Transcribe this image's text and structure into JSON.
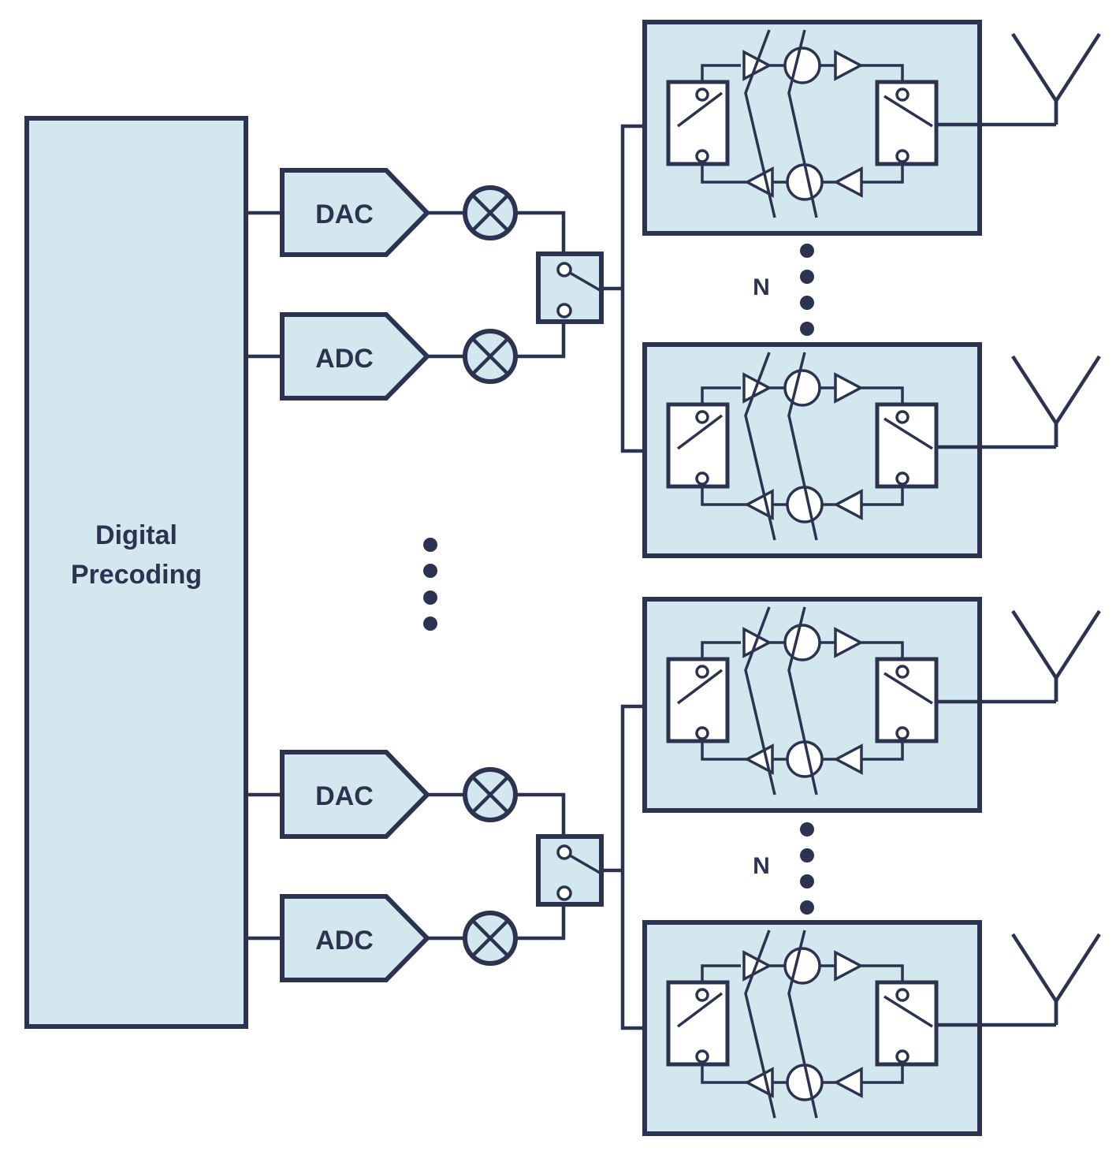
{
  "block": {
    "label_line1": "Digital",
    "label_line2": "Precoding"
  },
  "chains": [
    {
      "dac_label": "DAC",
      "adc_label": "ADC"
    },
    {
      "dac_label": "DAC",
      "adc_label": "ADC"
    }
  ],
  "groups": [
    {
      "count_label": "N"
    },
    {
      "count_label": "N"
    }
  ],
  "colors": {
    "stroke": "#2b3350",
    "fill": "#d3e8ee",
    "background": "#ffffff"
  }
}
